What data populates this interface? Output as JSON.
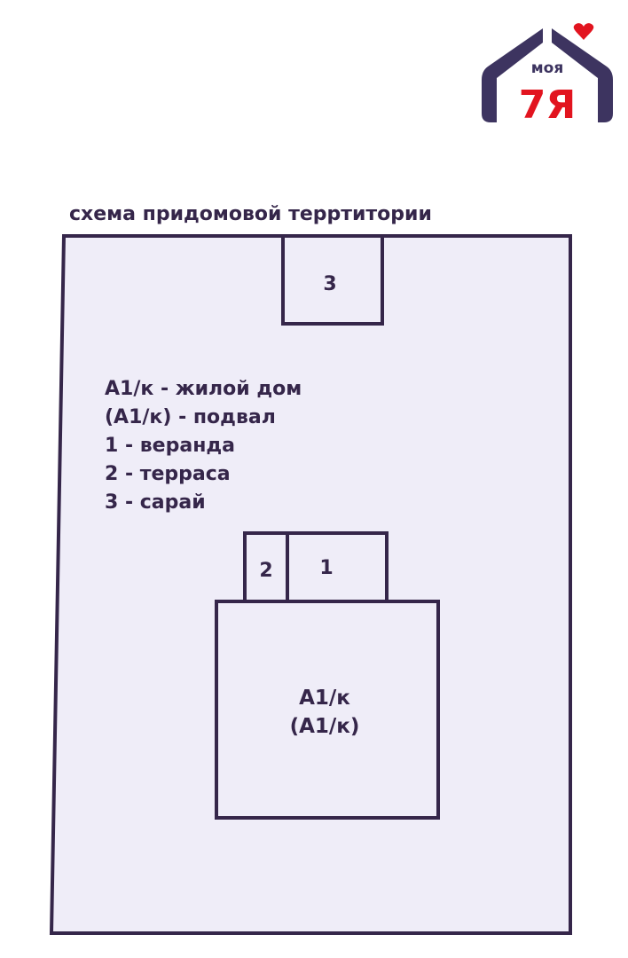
{
  "logo": {
    "text_top": "моя",
    "text_bottom": "7Я",
    "brand_colors": {
      "purple": "#3d3460",
      "red": "#e2141f"
    }
  },
  "title": "схема придомовой терртитории",
  "legend": [
    "А1/к - жилой дом",
    "(А1/к) - подвал",
    "1 - веранда",
    "2 - терраса",
    "3 - сарай"
  ],
  "buildings": {
    "shed": "3",
    "terrace": "2",
    "veranda": "1",
    "house_line1": "А1/к",
    "house_line2": "(А1/к)"
  },
  "colors": {
    "line": "#35264a",
    "fill": "#efedf8"
  }
}
